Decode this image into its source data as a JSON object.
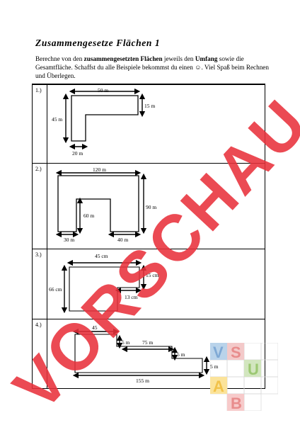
{
  "title": "Zusammengesetze Flächen 1",
  "intro": {
    "p1": "Berechne von den ",
    "b1": "zusammengesetzten Flächen",
    "p2": " jeweils den ",
    "b2": "Umfang",
    "p3": " sowie die Gesamtfläche. Schaffst du alle Beispiele bekommst du einen ☺. Viel Spaß beim Rechnen und Überlegen."
  },
  "tasks": [
    {
      "num": "1.)",
      "labels": {
        "top": "50 m",
        "right": "15 m",
        "left": "45 m",
        "bottom": "20 m"
      }
    },
    {
      "num": "2.)",
      "labels": {
        "top": "120 m",
        "right": "90 m",
        "inner": "60 m",
        "bl": "30 m",
        "br": "40 m"
      }
    },
    {
      "num": "3.)",
      "labels": {
        "top": "45 cm",
        "right": "15 cm",
        "left": "66 cm",
        "inner": "13 cm"
      }
    },
    {
      "num": "4.)",
      "labels": {
        "top": "45",
        "s1": "5 m",
        "s2": "75 m",
        "s3": "5 m",
        "s4": "5 m",
        "bottom": "155 m"
      }
    }
  ],
  "watermark": "VORSCHAU",
  "logo": {
    "letters": [
      "V",
      "S",
      "A",
      "U",
      "B"
    ]
  },
  "colors": {
    "watermark": "#e8313b",
    "line": "#000000"
  }
}
